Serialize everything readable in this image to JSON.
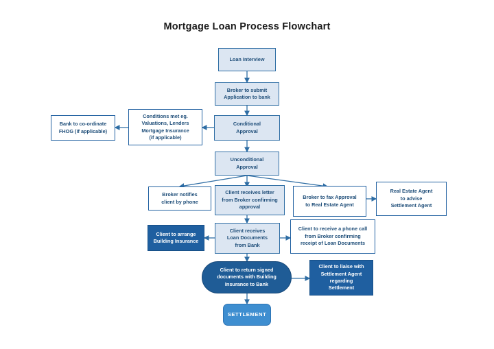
{
  "document": {
    "title": "Mortgage Loan Process Flowchart"
  },
  "nodes": {
    "loan_interview": "Loan Interview",
    "broker_submit": "Broker to submit\nApplication to bank",
    "conditional_approval": "Conditional\nApproval",
    "conditions_met": "Conditions met eg.\nValuations, Lenders\nMortgage Insurance\n(if applicable)",
    "bank_fhog": "Bank to co-ordinate\nFHOG (if applicable)",
    "unconditional_approval": "Unconditional\nApproval",
    "broker_notifies": "Broker notifies\nclient by phone",
    "client_letter": "Client receives letter\nfrom Broker confirming\napproval",
    "broker_fax": "Broker to fax Approval\nto Real Estate Agent",
    "real_estate_agent": "Real Estate Agent\nto advise\nSettlement Agent",
    "client_building_insurance": "Client to arrange\nBuilding Insurance",
    "client_loan_docs": "Client receives\nLoan Documents\nfrom Bank",
    "client_phone_call": "Client to receive a phone call\nfrom Broker confirming\nreceipt of Loan Documents",
    "client_return_docs": "Client to return signed\ndocuments with Building\nInsurance to Bank",
    "client_liaise": "Client to liaise with\nSettlement Agent\nregarding\nSettlement",
    "settlement": "SETTLEMENT"
  },
  "colors": {
    "light_fill": "#dce6f2",
    "border_blue": "#2e6da4",
    "text_blue": "#1f4e79",
    "dark_fill": "#1f5fa0",
    "pill_fill": "#1f5c96",
    "settlement_fill": "#3e8ed0",
    "connector": "#2e6da4",
    "title_text": "#1a1a1a"
  }
}
